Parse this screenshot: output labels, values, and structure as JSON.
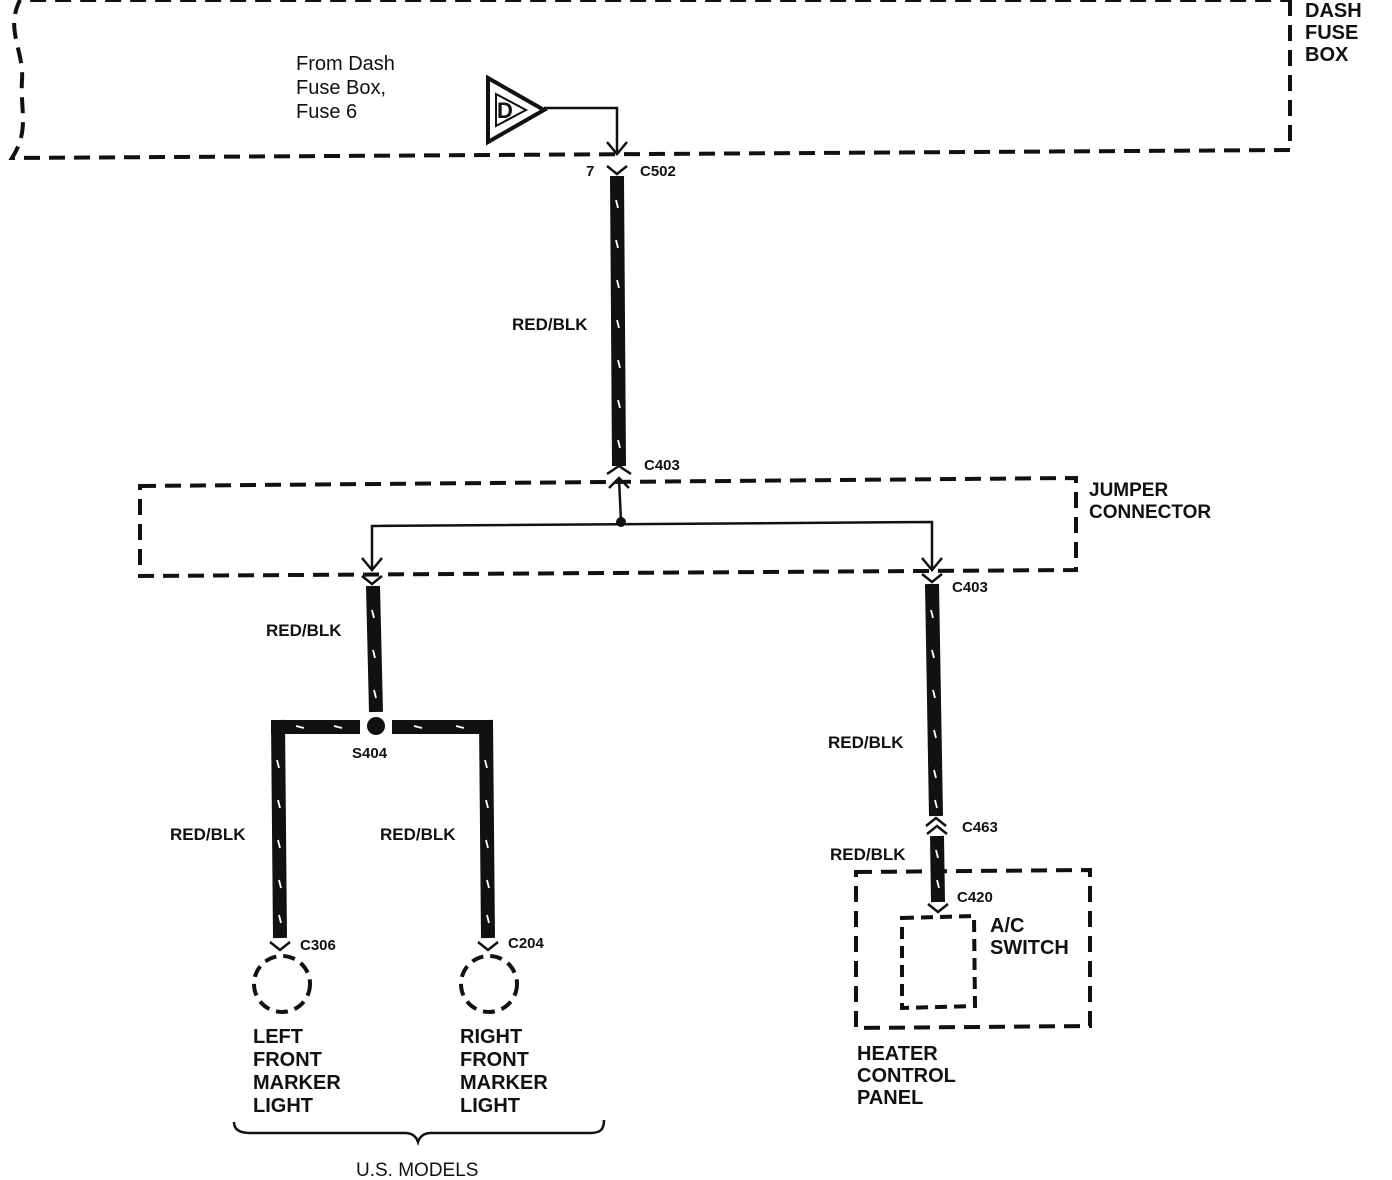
{
  "dash_fuse_box": {
    "title_lines": [
      "DASH",
      "FUSE",
      "BOX"
    ],
    "source_lines": [
      "From Dash",
      "Fuse Box,",
      "Fuse 6"
    ],
    "source_symbol": "D"
  },
  "connectors": {
    "c502_pin": "7",
    "c502": "C502",
    "c403_top": "C403",
    "c403_right": "C403",
    "c463": "C463",
    "c420": "C420",
    "c306": "C306",
    "c204": "C204",
    "splice": "S404"
  },
  "jumper_connector": {
    "lines": [
      "JUMPER",
      "CONNECTOR"
    ]
  },
  "wires": {
    "main": "RED/BLK",
    "left_branch": "RED/BLK",
    "right_branch": "RED/BLK",
    "heater_lower": "RED/BLK",
    "left_light": "RED/BLK",
    "right_light": "RED/BLK"
  },
  "components": {
    "left_light_lines": [
      "LEFT",
      "FRONT",
      "MARKER",
      "LIGHT"
    ],
    "right_light_lines": [
      "RIGHT",
      "FRONT",
      "MARKER",
      "LIGHT"
    ],
    "ac_switch_lines": [
      "A/C",
      "SWITCH"
    ],
    "heater_panel_lines": [
      "HEATER",
      "CONTROL",
      "PANEL"
    ]
  },
  "footnote": "U.S. MODELS"
}
